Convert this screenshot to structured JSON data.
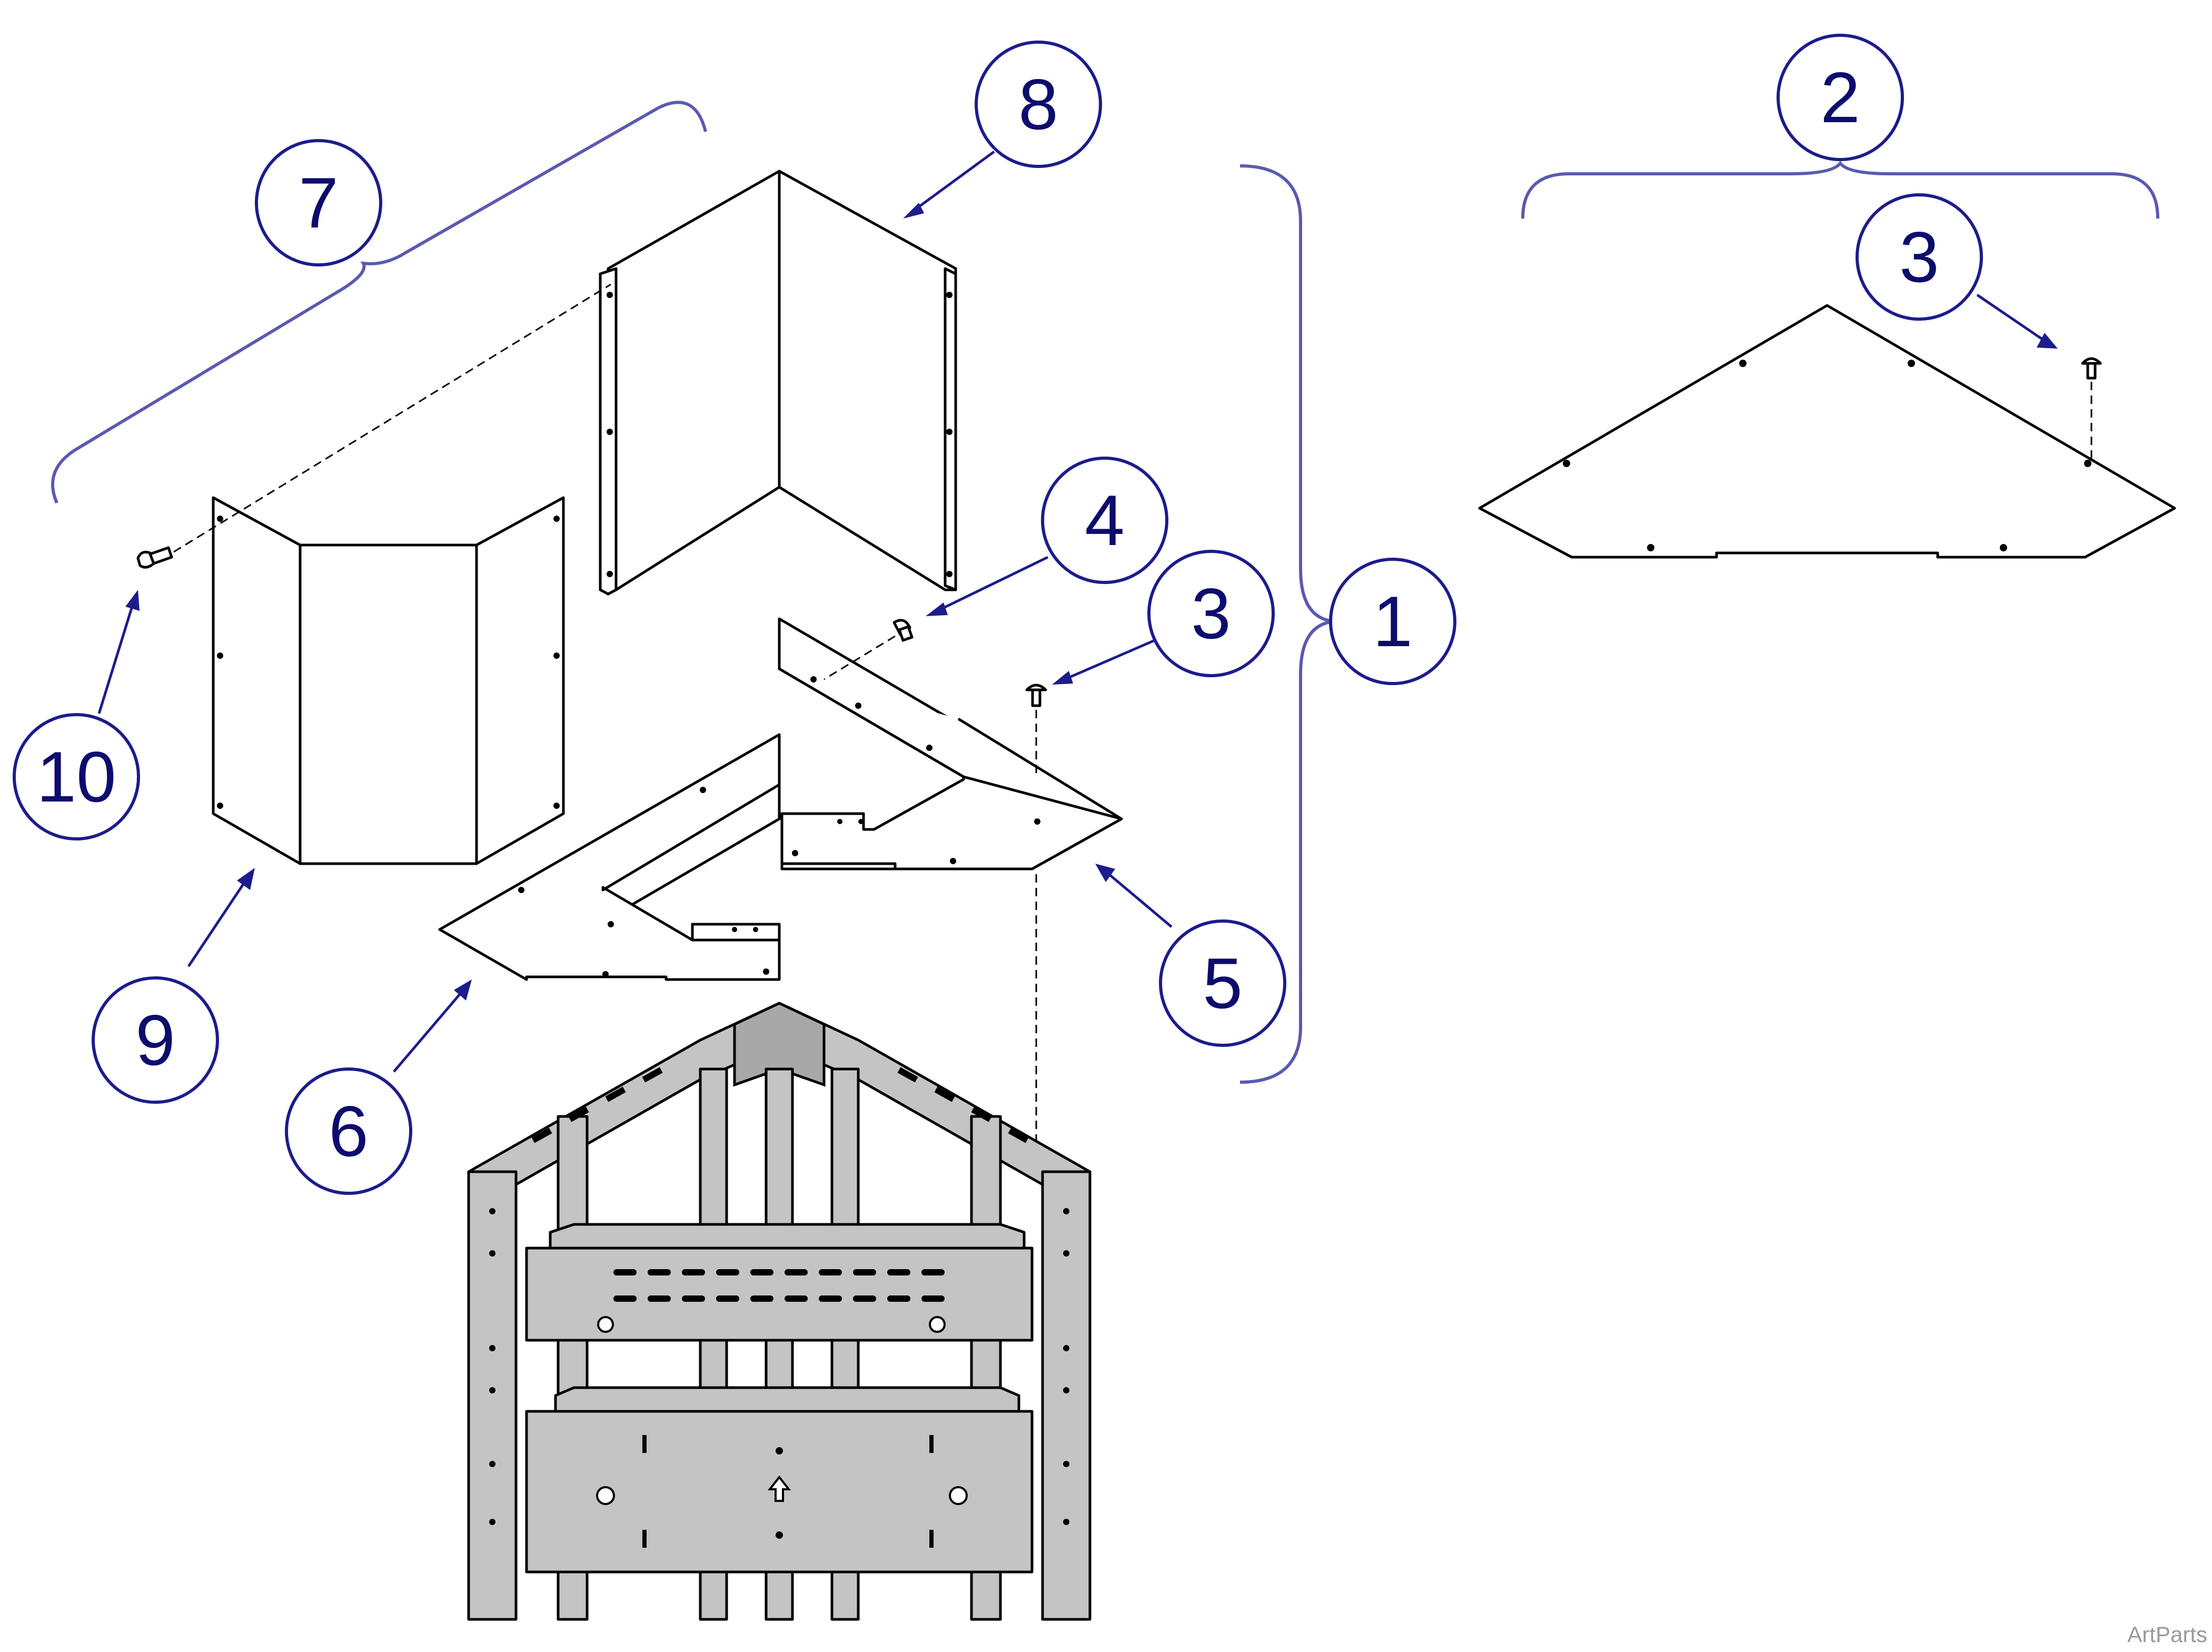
{
  "callouts": [
    {
      "id": "c1",
      "label": "1"
    },
    {
      "id": "c2",
      "label": "2"
    },
    {
      "id": "c3a",
      "label": "3"
    },
    {
      "id": "c3b",
      "label": "3"
    },
    {
      "id": "c4",
      "label": "4"
    },
    {
      "id": "c5",
      "label": "5"
    },
    {
      "id": "c6",
      "label": "6"
    },
    {
      "id": "c7",
      "label": "7"
    },
    {
      "id": "c8",
      "label": "8"
    },
    {
      "id": "c9",
      "label": "9"
    },
    {
      "id": "c10",
      "label": "10"
    }
  ],
  "watermark": "ArtParts",
  "colors": {
    "callout_stroke": "#1c1c8c",
    "callout_text": "#0c0c6e",
    "brace": "#5a5ab0",
    "frame_fill": "#c4c4c4",
    "line": "#000000"
  }
}
